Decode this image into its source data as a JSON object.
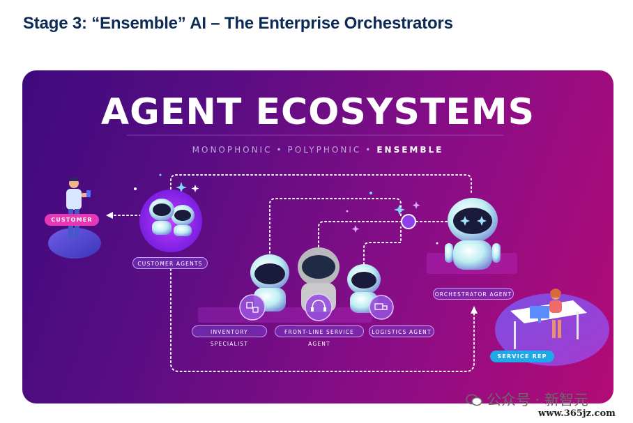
{
  "page": {
    "title": "Stage 3: “Ensemble” AI – The Enterprise Orchestrators"
  },
  "diagram": {
    "heading": "AGENT ECOSYSTEMS",
    "stages": {
      "first": "MONOPHONIC",
      "second": "POLYPHONIC",
      "third": "ENSEMBLE",
      "separator": "•"
    },
    "labels": {
      "customer": "CUSTOMER",
      "customer_agents": "CUSTOMER AGENTS",
      "inventory_specialist": "INVENTORY SPECIALIST",
      "front_line_service_agent": "FRONT-LINE SERVICE AGENT",
      "logistics_agent": "LOGISTICS AGENT",
      "orchestrator_agent": "ORCHESTRATOR AGENT",
      "service_rep": "SERVICE REP"
    },
    "colors": {
      "background_start": "#3e0a7e",
      "background_end": "#b30b76",
      "heading": "#ffffff",
      "customer_label": "#e637b5",
      "service_rep_label": "#1fa9e8",
      "robot_body": "#d8f6f8",
      "robot_visor": "#1a1a3a"
    }
  },
  "watermark": {
    "text": "公众号 · 新智元",
    "site": "www.365jz.com"
  }
}
